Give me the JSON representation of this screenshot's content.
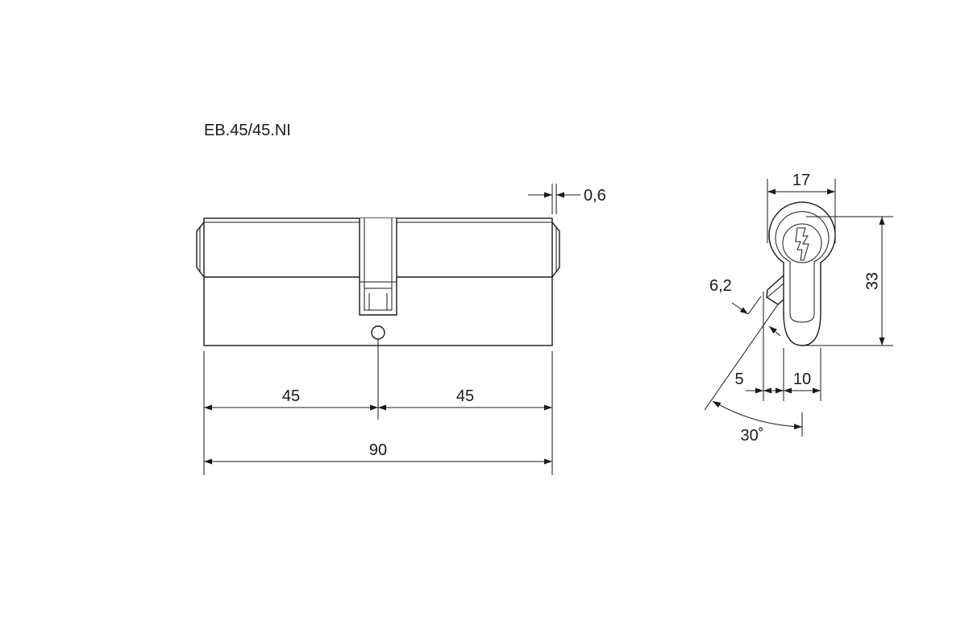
{
  "title": "EB.45/45.NI",
  "dimensions": {
    "left_half": "45",
    "right_half": "45",
    "total_length": "90",
    "gap": "0,6",
    "width": "17",
    "height": "33",
    "cam_width": "6,2",
    "offset": "5",
    "bottom_width": "10",
    "cam_angle": "30˚"
  },
  "colors": {
    "line": "#1a1a1a",
    "background": "#ffffff"
  }
}
